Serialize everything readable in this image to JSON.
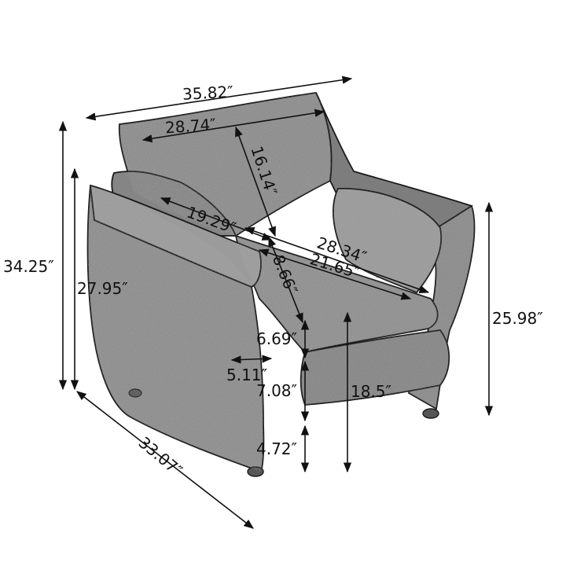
{
  "colors": {
    "fabric": "#8c8c8c",
    "fabric_dark": "#6f6f6f",
    "fabric_light": "#a8a8a8",
    "ink": "#111111",
    "background": "#ffffff"
  },
  "dimensions": {
    "overall_width": "35.82″",
    "back_cushion_width": "28.74″",
    "back_cushion_height": "16.14″",
    "overall_height": "34.25″",
    "arm_height": "27.95″",
    "seat_depth_diag": "19.29″",
    "seat_width_inner": "28.34″",
    "arm_cushion": "8.66″",
    "seat_width": "21.65″",
    "back_height_side": "25.98″",
    "seat_cushion_thickness": "6.69″",
    "arm_width": "5.11″",
    "base_height": "7.08″",
    "seat_height": "18.5″",
    "leg_height": "4.72″",
    "overall_depth": "33.07″"
  }
}
